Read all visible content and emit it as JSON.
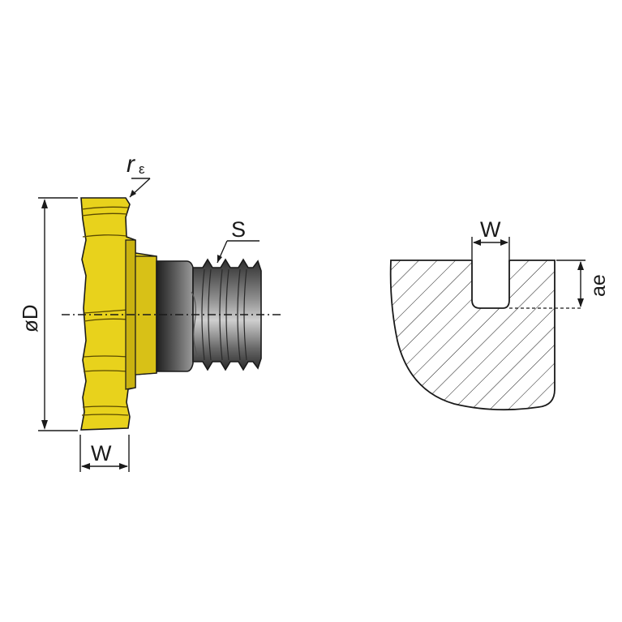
{
  "labels": {
    "corner_radius": "r",
    "corner_radius_sub": "ε",
    "diameter": "øD",
    "insert_width": "W",
    "thread": "S",
    "slot_width": "W",
    "depth_of_cut": "ae"
  },
  "colors": {
    "insert_yellow": "#e8d21c",
    "insert_dark_edge": "#b59e0a",
    "shank_dark": "#3c3c3c",
    "shank_light": "#bdbdbd",
    "line": "#1a1a1a"
  }
}
